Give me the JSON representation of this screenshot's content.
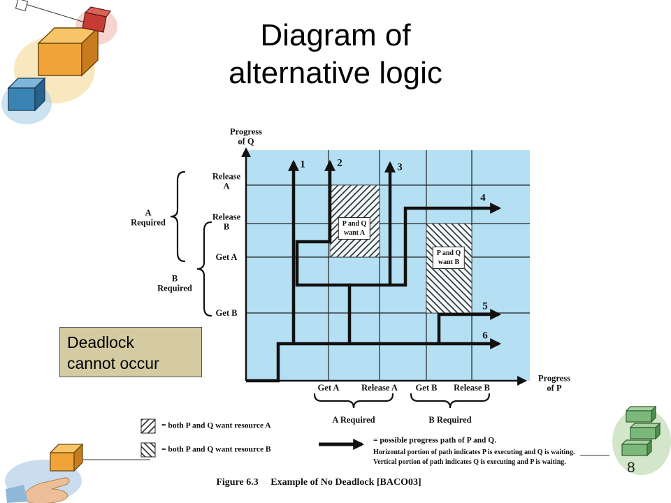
{
  "slide": {
    "title": "Diagram of\nalternative logic",
    "page_number": "8",
    "note_box": "Deadlock\ncannot occur"
  },
  "diagram": {
    "y_axis_label": "Progress\nof Q",
    "x_axis_label": "Progress\nof P",
    "left_ticks": [
      "Release\nA",
      "Release\nB",
      "Get A",
      "Get B"
    ],
    "bottom_ticks": [
      "Get A",
      "Release A",
      "Get B",
      "Release B"
    ],
    "left_brace_labels": [
      "A\nRequired",
      "B\nRequired"
    ],
    "bottom_brace_labels": [
      "A Required",
      "B Required"
    ],
    "path_labels": [
      "1",
      "2",
      "3",
      "4",
      "5",
      "6"
    ],
    "region_a_label": "P and Q\nwant A",
    "region_b_label": "P and Q\nwant B",
    "colors": {
      "plot_background": "#b5dff2",
      "note_box_background": "#d5cba3",
      "path_color": "#111111"
    }
  },
  "legend": {
    "hatch_a_text": "= both P and Q want resource A",
    "hatch_b_text": "= both P and Q want resource B",
    "path_text_line1": "= possible progress path of P and Q.",
    "path_text_line2": "Horizontal portion of path indicates P is executing and Q is waiting.",
    "path_text_line3": "Vertical portion of path indicates Q is executing and P is waiting."
  },
  "caption": {
    "figure_label": "Figure 6.3",
    "figure_title": "Example of No Deadlock [BACO03]"
  }
}
